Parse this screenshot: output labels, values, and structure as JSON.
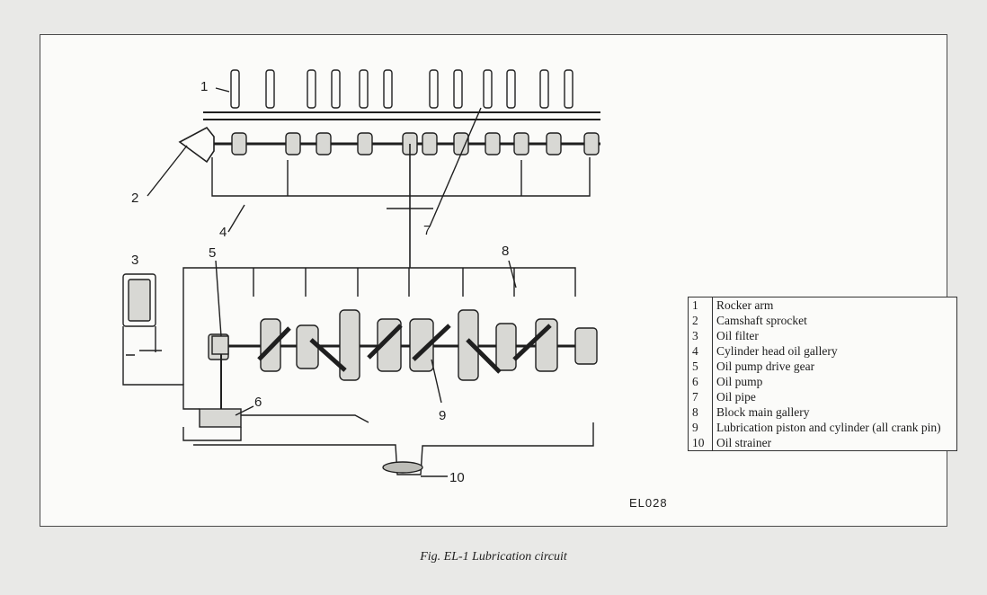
{
  "callouts": [
    "1",
    "2",
    "3",
    "4",
    "5",
    "6",
    "7",
    "8",
    "9",
    "10"
  ],
  "legend": [
    {
      "num": "1",
      "text": "Rocker arm"
    },
    {
      "num": "2",
      "text": "Camshaft sprocket"
    },
    {
      "num": "3",
      "text": "Oil filter"
    },
    {
      "num": "4",
      "text": "Cylinder head oil gallery"
    },
    {
      "num": "5",
      "text": "Oil pump drive gear"
    },
    {
      "num": "6",
      "text": "Oil pump"
    },
    {
      "num": "7",
      "text": "Oil pipe"
    },
    {
      "num": "8",
      "text": "Block main gallery"
    },
    {
      "num": "9",
      "text": "Lubrication piston and cylinder (all crank pin)"
    },
    {
      "num": "10",
      "text": "Oil strainer"
    }
  ],
  "figure_code": "EL028",
  "caption": "Fig. EL-1  Lubrication circuit"
}
